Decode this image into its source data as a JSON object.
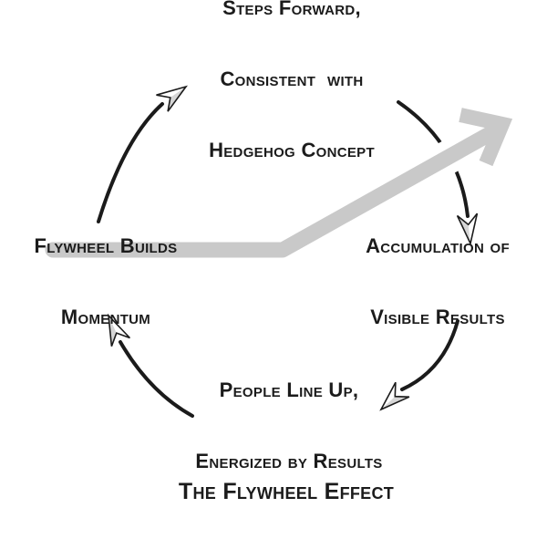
{
  "diagram": {
    "title": "The Flywheel Effect",
    "nodes": {
      "top": {
        "line1": "Steps Forward,",
        "line2": "Consistent  with",
        "line3": "Hedgehog Concept"
      },
      "right": {
        "line1": "Accumulation of",
        "line2": "Visible Results"
      },
      "bottom": {
        "line1": "People Line Up,",
        "line2": "Energized by Results"
      },
      "left": {
        "line1": "Flywheel Builds",
        "line2": "Momentum"
      }
    },
    "colors": {
      "ink": "#1b1b1b",
      "flywheel_gray": "#c9c9c9",
      "arrowhead_shade": "#d6d6d6",
      "background": "#ffffff"
    }
  }
}
